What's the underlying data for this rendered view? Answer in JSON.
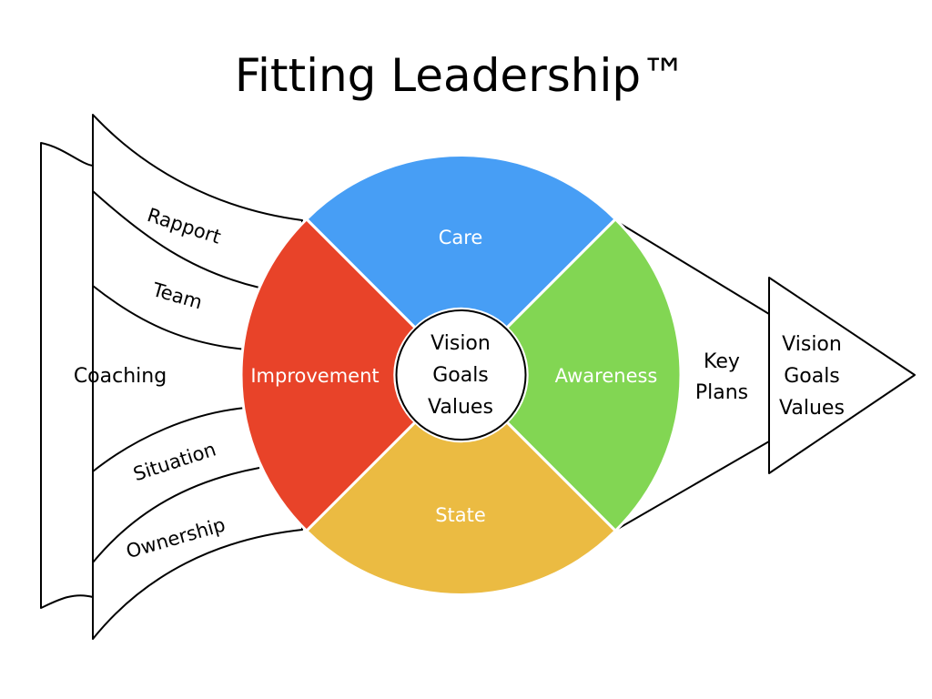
{
  "title": "Fitting Leadership™",
  "left_funnel": {
    "coaching": "Coaching",
    "upper_bands": [
      "Rapport",
      "Team"
    ],
    "lower_bands": [
      "Situation",
      "Ownership"
    ]
  },
  "wheel": {
    "segments": [
      {
        "label": "Care",
        "color": "#479ef5"
      },
      {
        "label": "Awareness",
        "color": "#82d653"
      },
      {
        "label": "State",
        "color": "#ebbb42"
      },
      {
        "label": "Improvement",
        "color": "#e84329"
      }
    ],
    "center": [
      "Vision",
      "Goals",
      "Values"
    ]
  },
  "connector": [
    "Key",
    "Plans"
  ],
  "output_arrow": [
    "Vision",
    "Goals",
    "Values"
  ]
}
